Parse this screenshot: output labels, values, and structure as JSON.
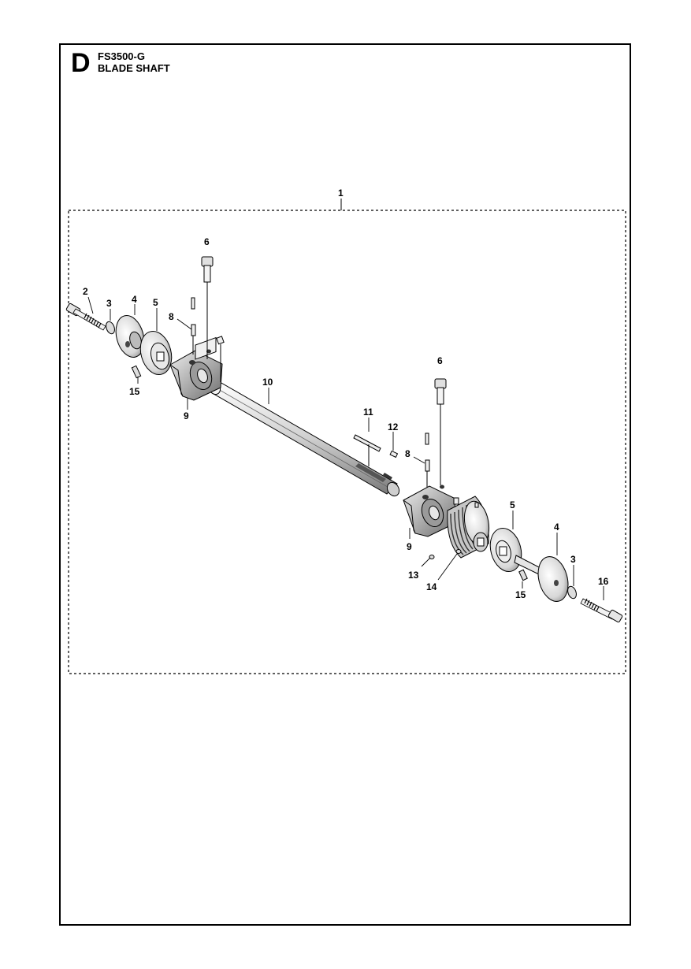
{
  "header": {
    "section_letter": "D",
    "model": "FS3500-G",
    "title": "BLADE SHAFT"
  },
  "assembly_callout": "1",
  "callouts": {
    "left_bolt": "2",
    "left_washer": "3",
    "left_outer_flange": "4",
    "left_inner_flange": "5",
    "left_top_bolt": "6",
    "left_grease_nipple": "8",
    "left_bearing_housing": "9",
    "left_key": "15",
    "shaft": "10",
    "shaft_key_long": "11",
    "shaft_key_short": "12",
    "right_grease_nipple": "8",
    "right_top_bolt": "6",
    "right_bearing_housing": "9",
    "set_screw": "13",
    "pulley": "14",
    "right_inner_flange": "5",
    "right_outer_flange": "4",
    "right_washer": "3",
    "right_key": "15",
    "right_bolt": "16"
  }
}
